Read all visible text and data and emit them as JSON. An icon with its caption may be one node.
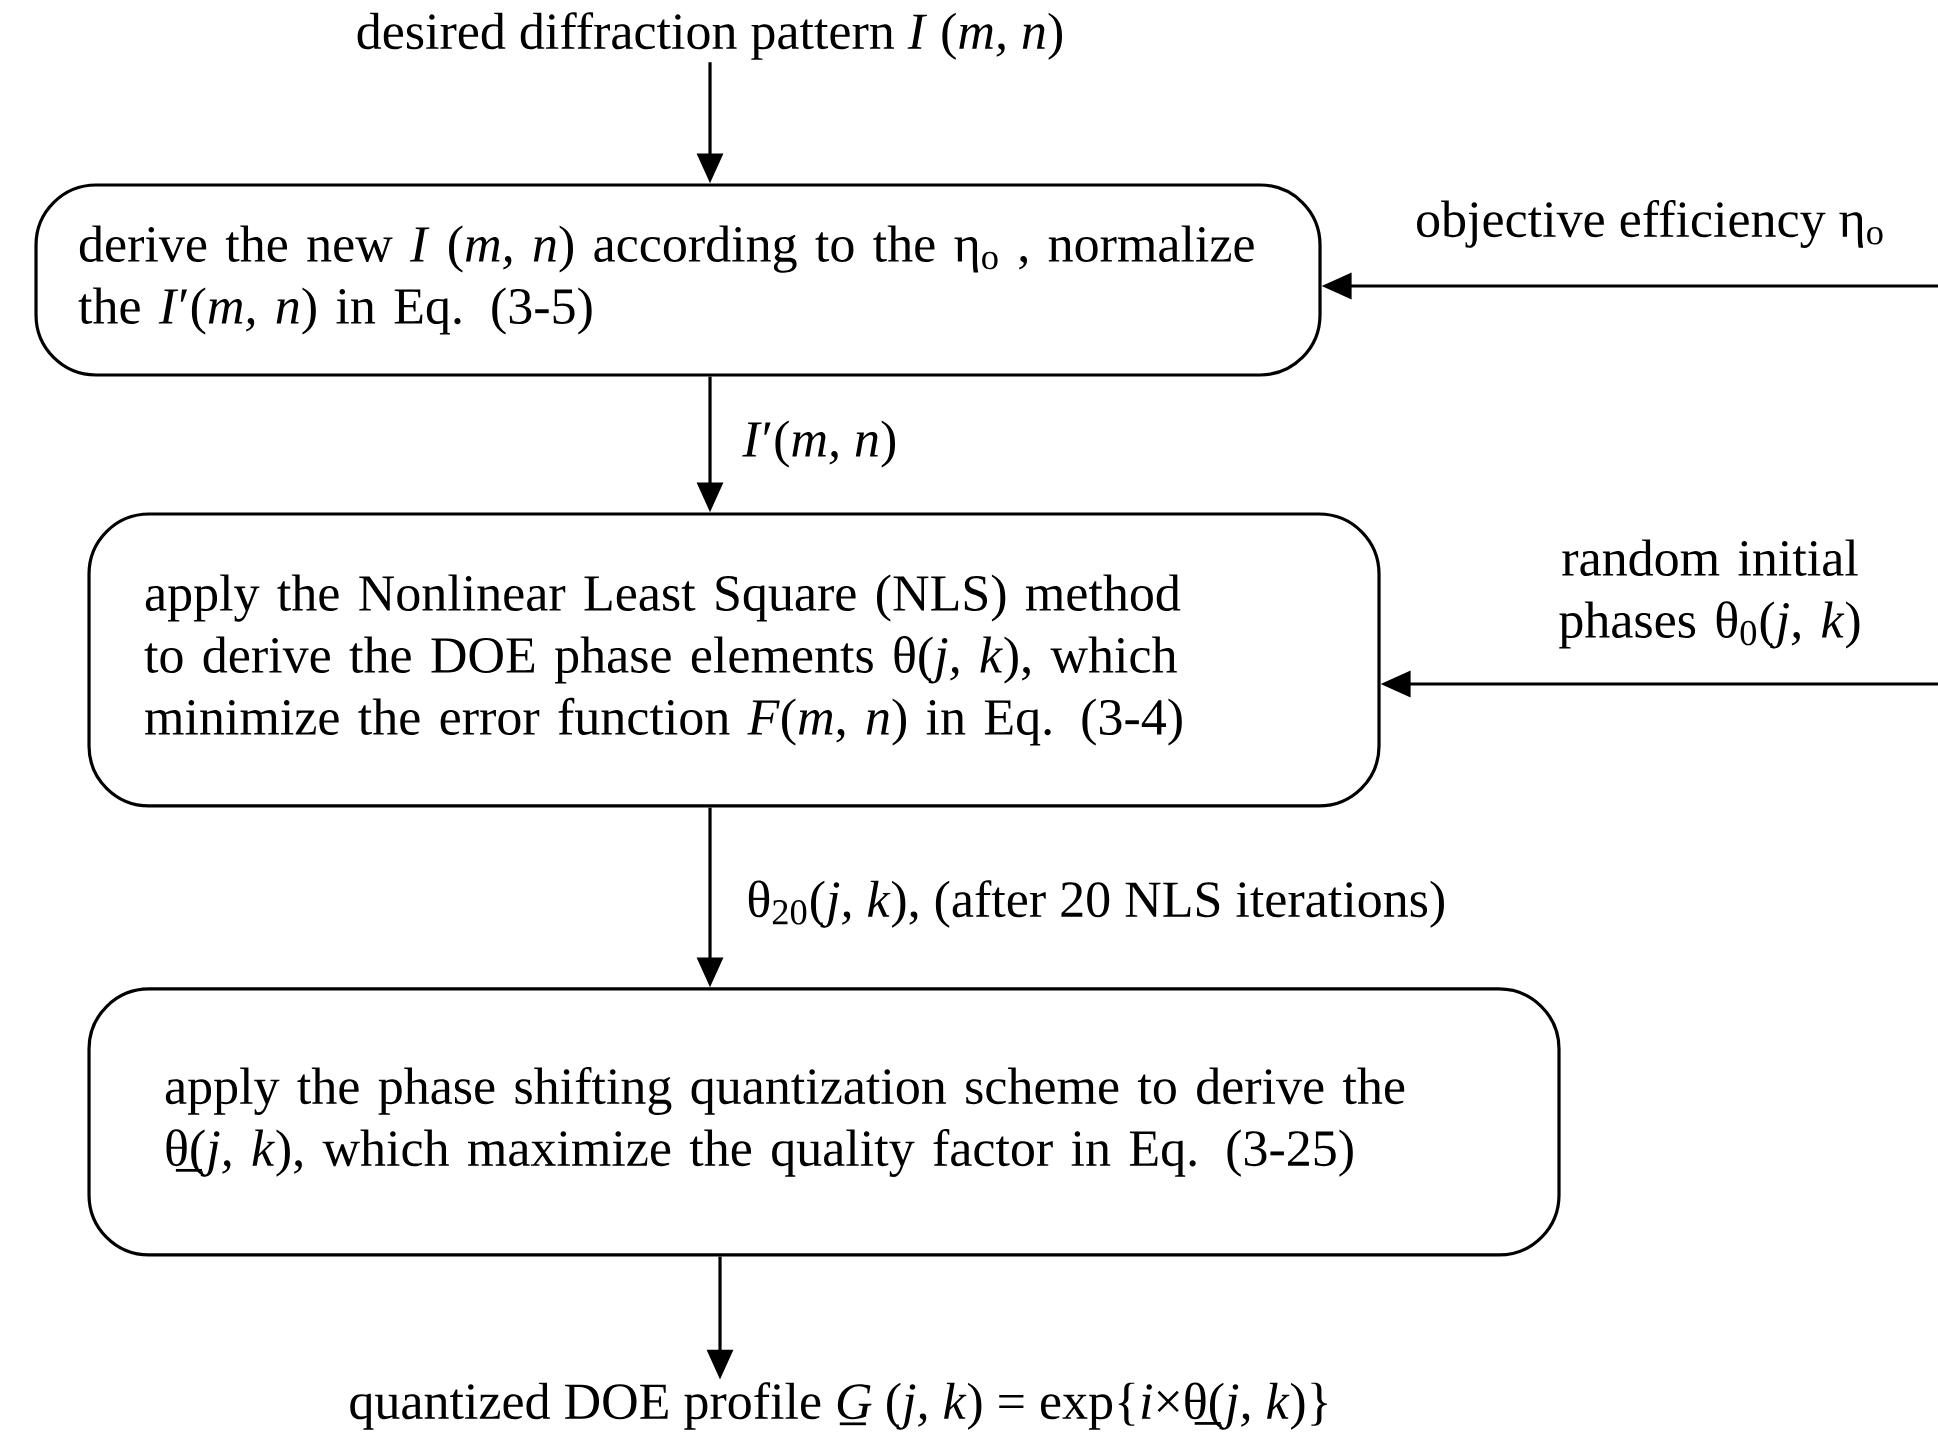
{
  "diagram": {
    "nodes": [
      {
        "text": [
          "desired diffraction pattern *I* (*m, n*)"
        ]
      },
      {
        "text": [
          "derive the new *I* (*m, n*) according to the η$_{o}$ , normalize the *I*′(*m, n*) in Eq. (3-5)"
        ]
      },
      {
        "text": [
          "apply the Nonlinear Least Square (NLS) method to derive the DOE phase elements θ(*j, k*), which minimize the error function *F*(*m*, *n*) in Eq. (3-4)"
        ]
      },
      {
        "text": [
          "apply the phase shifting quantization scheme to derive the θ̲(*j, k*), which maximize the quality factor in Eq. (3-25)"
        ]
      },
      {
        "text": [
          "quantized DOE profile *G̲*(*j, k*) = exp{*i*×θ̲(*j, k*)}"
        ]
      }
    ],
    "edges": [
      {
        "from": 0,
        "to": 1,
        "arrow": "to"
      },
      {
        "from": null,
        "to": 1,
        "arrow": "to",
        "label": "objective efficiency η$_{o}$"
      },
      {
        "from": 1,
        "to": 2,
        "arrow": "to",
        "label": "*I*′(*m, n*)"
      },
      {
        "from": null,
        "to": 2,
        "arrow": "to",
        "label": "random initial phases θ$_{0}$(*j, k*)"
      },
      {
        "from": 2,
        "to": 3,
        "arrow": "to",
        "label": "θ$_{20}$(*j, k*), (after 20 NLS iterations)"
      },
      {
        "from": 3,
        "to": 4,
        "arrow": "to"
      }
    ]
  }
}
